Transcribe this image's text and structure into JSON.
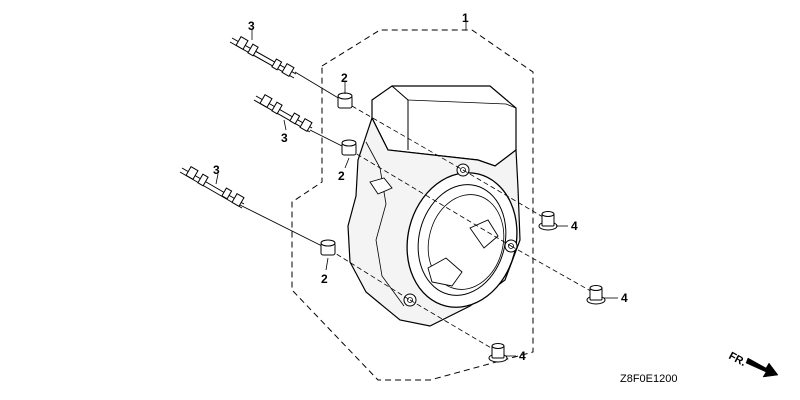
{
  "diagram": {
    "callouts": {
      "c1": "1",
      "c2a": "2",
      "c2b": "2",
      "c2c": "2",
      "c3a": "3",
      "c3b": "3",
      "c3c": "3",
      "c4a": "4",
      "c4b": "4",
      "c4c": "4"
    },
    "direction_label": "FR.",
    "diagram_code": "Z8F0E1200"
  },
  "colors": {
    "line": "#000000",
    "background": "#ffffff",
    "housing_shade": "#f4f4f4"
  }
}
